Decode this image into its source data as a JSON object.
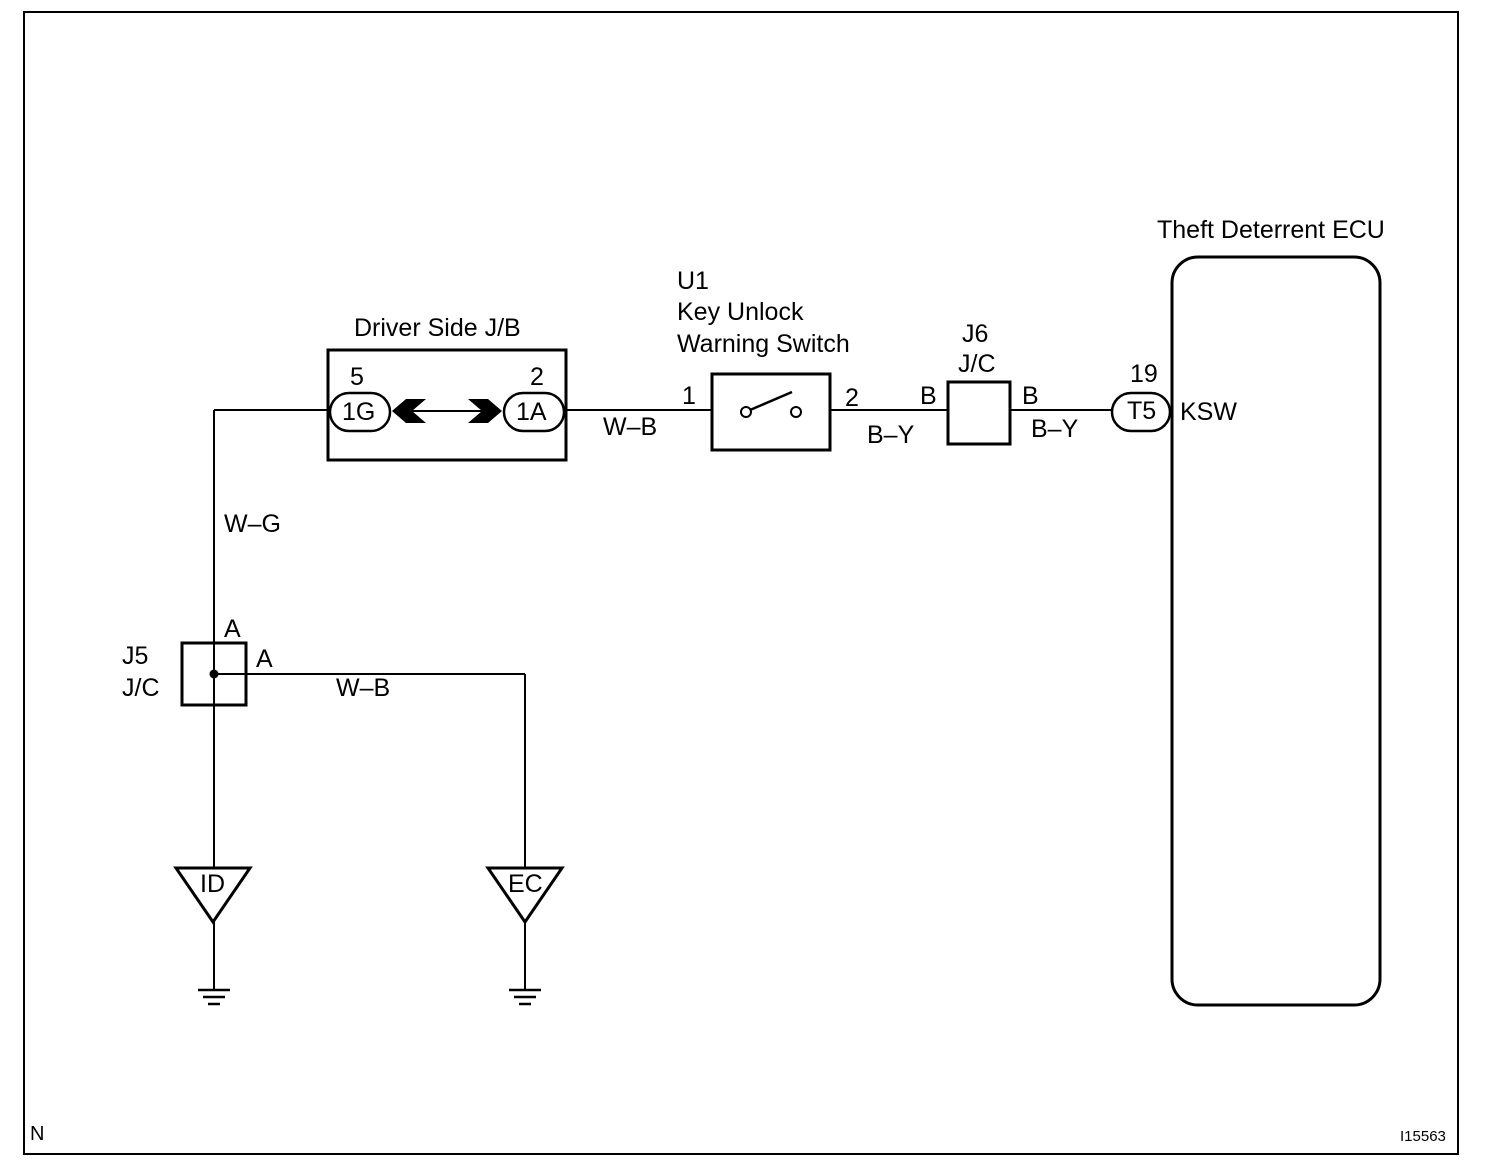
{
  "diagram": {
    "components": {
      "ecu": {
        "title": "Theft Deterrent ECU",
        "pin_number": "19",
        "connector": "T5",
        "terminal": "KSW"
      },
      "switch": {
        "code": "U1",
        "name_line1": "Key Unlock",
        "name_line2": "Warning Switch",
        "pin_left": "1",
        "pin_right": "2"
      },
      "junction_block": {
        "title": "Driver Side J/B",
        "left_pin": "5",
        "left_connector": "1G",
        "right_pin": "2",
        "right_connector": "1A"
      },
      "j6": {
        "code": "J6",
        "type": "J/C",
        "pin_left": "B",
        "pin_right": "B"
      },
      "j5": {
        "code": "J5",
        "type": "J/C",
        "pin_top": "A",
        "pin_right": "A"
      },
      "grounds": [
        {
          "label": "ID"
        },
        {
          "label": "EC"
        }
      ]
    },
    "wires": {
      "jb_to_switch": "W–B",
      "switch_to_j6": "B–Y",
      "j6_to_ecu": "B–Y",
      "jb_to_j5": "W–G",
      "j5_to_ec": "W–B"
    },
    "footer": {
      "left_mark": "N",
      "figure_id": "I15563"
    }
  }
}
